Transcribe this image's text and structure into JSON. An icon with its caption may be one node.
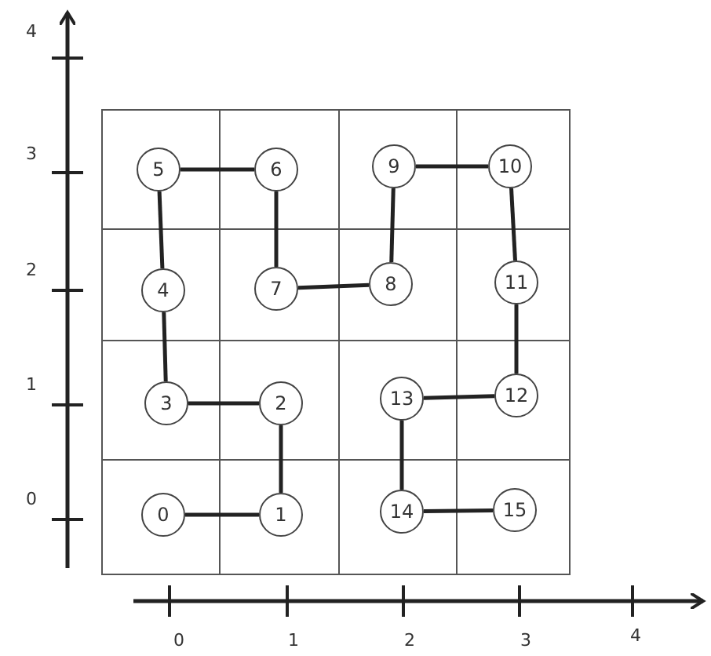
{
  "diagram": {
    "nodes": [
      {
        "text": [
          "0"
        ]
      },
      {
        "text": [
          "1"
        ]
      },
      {
        "text": [
          "2"
        ]
      },
      {
        "text": [
          "3"
        ]
      },
      {
        "text": [
          "4"
        ]
      },
      {
        "text": [
          "5"
        ]
      },
      {
        "text": [
          "6"
        ]
      },
      {
        "text": [
          "7"
        ]
      },
      {
        "text": [
          "8"
        ]
      },
      {
        "text": [
          "9"
        ]
      },
      {
        "text": [
          "10"
        ]
      },
      {
        "text": [
          "11"
        ]
      },
      {
        "text": [
          "12"
        ]
      },
      {
        "text": [
          "13"
        ]
      },
      {
        "text": [
          "14"
        ]
      },
      {
        "text": [
          "15"
        ]
      }
    ],
    "edges": [
      {
        "from": 0,
        "to": 1,
        "arrow": "none"
      },
      {
        "from": 1,
        "to": 2,
        "arrow": "none"
      },
      {
        "from": 2,
        "to": 3,
        "arrow": "none"
      },
      {
        "from": 3,
        "to": 4,
        "arrow": "none"
      },
      {
        "from": 4,
        "to": 5,
        "arrow": "none"
      },
      {
        "from": 5,
        "to": 6,
        "arrow": "none"
      },
      {
        "from": 6,
        "to": 7,
        "arrow": "none"
      },
      {
        "from": 7,
        "to": 8,
        "arrow": "none"
      },
      {
        "from": 8,
        "to": 9,
        "arrow": "none"
      },
      {
        "from": 9,
        "to": 10,
        "arrow": "none"
      },
      {
        "from": 10,
        "to": 11,
        "arrow": "none"
      },
      {
        "from": 11,
        "to": 12,
        "arrow": "none"
      },
      {
        "from": 12,
        "to": 13,
        "arrow": "none"
      },
      {
        "from": 13,
        "to": 14,
        "arrow": "none"
      },
      {
        "from": 14,
        "to": 15,
        "arrow": "none"
      }
    ],
    "labels": [
      "4",
      "3",
      "2",
      "1",
      "0",
      "0",
      "1",
      "2",
      "3",
      "4"
    ]
  }
}
